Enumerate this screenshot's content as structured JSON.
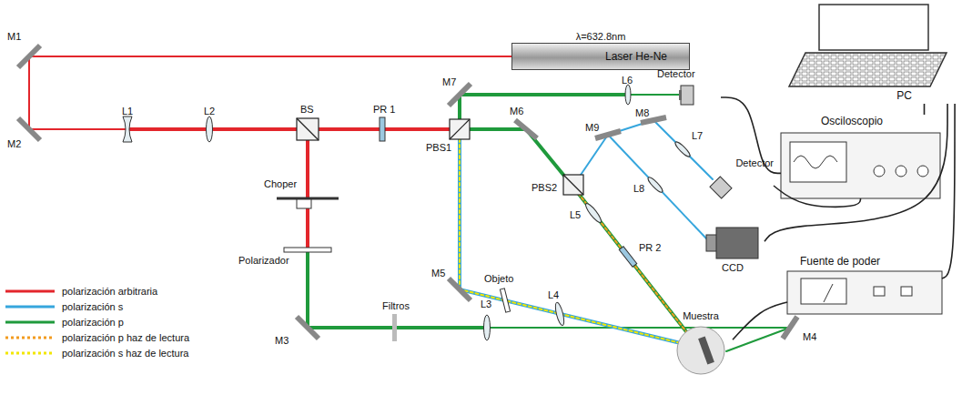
{
  "diagram": {
    "nodes": [
      {
        "text": [
          "λ=632.8nm",
          "Laser He-Ne"
        ]
      },
      {
        "text": [
          "PC"
        ]
      },
      {
        "text": [
          "Osciloscopio"
        ]
      },
      {
        "text": [
          "Detector"
        ]
      },
      {
        "text": [
          "Detector"
        ]
      },
      {
        "text": [
          "CCD"
        ]
      },
      {
        "text": [
          "Fuente de poder"
        ]
      },
      {
        "text": [
          "Muestra"
        ]
      }
    ],
    "edges": [
      {
        "from": 3,
        "to": 2,
        "arrow": "none"
      },
      {
        "from": 4,
        "to": 2,
        "arrow": "none"
      },
      {
        "from": 5,
        "to": 1,
        "arrow": "none"
      },
      {
        "from": 2,
        "to": 1,
        "arrow": "none"
      },
      {
        "from": 6,
        "to": 1,
        "arrow": "none"
      },
      {
        "from": 6,
        "to": 7,
        "arrow": "none"
      }
    ],
    "labels": [
      "M1",
      "M2",
      "L1",
      "L2",
      "BS",
      "PR 1",
      "M7",
      "PBS1",
      "L6",
      "M6",
      "M8",
      "M9",
      "L7",
      "PBS2",
      "L8",
      "L5",
      "PR 2",
      "Choper",
      "Polarizador",
      "M5",
      "Objeto",
      "L4",
      "Filtros",
      "L3",
      "M3",
      "M4"
    ],
    "legend": [
      {
        "text": "polarización arbitraria"
      },
      {
        "text": "polarización s"
      },
      {
        "text": "polarización p"
      },
      {
        "text": "polarización p haz de lectura"
      },
      {
        "text": "polarización s haz de lectura"
      }
    ]
  }
}
